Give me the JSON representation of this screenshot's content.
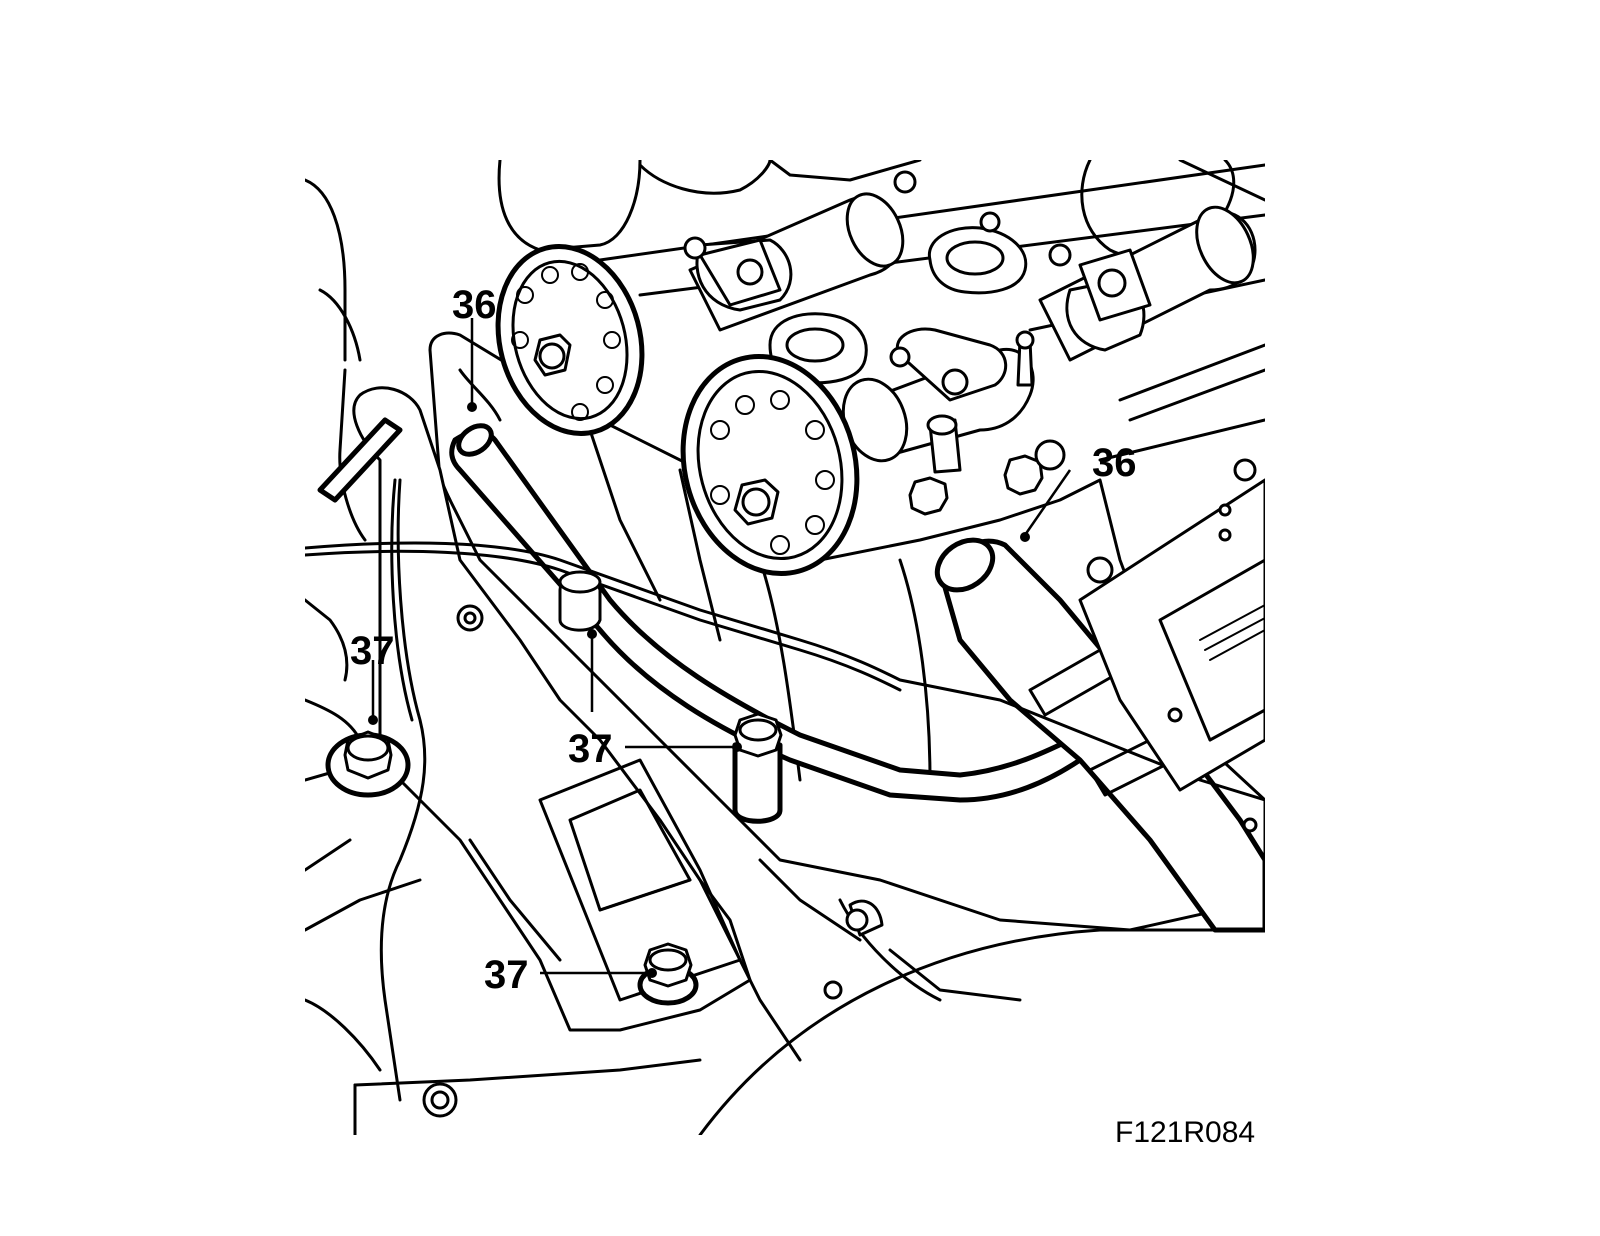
{
  "figure": {
    "id_label": "F121R084"
  },
  "callouts": [
    {
      "key": "c36a",
      "label": "36"
    },
    {
      "key": "c36b",
      "label": "36"
    },
    {
      "key": "c37a",
      "label": "37"
    },
    {
      "key": "c37b",
      "label": "37"
    },
    {
      "key": "c37c",
      "label": "37"
    }
  ],
  "colors": {
    "ink": "#000000",
    "background": "#ffffff"
  }
}
